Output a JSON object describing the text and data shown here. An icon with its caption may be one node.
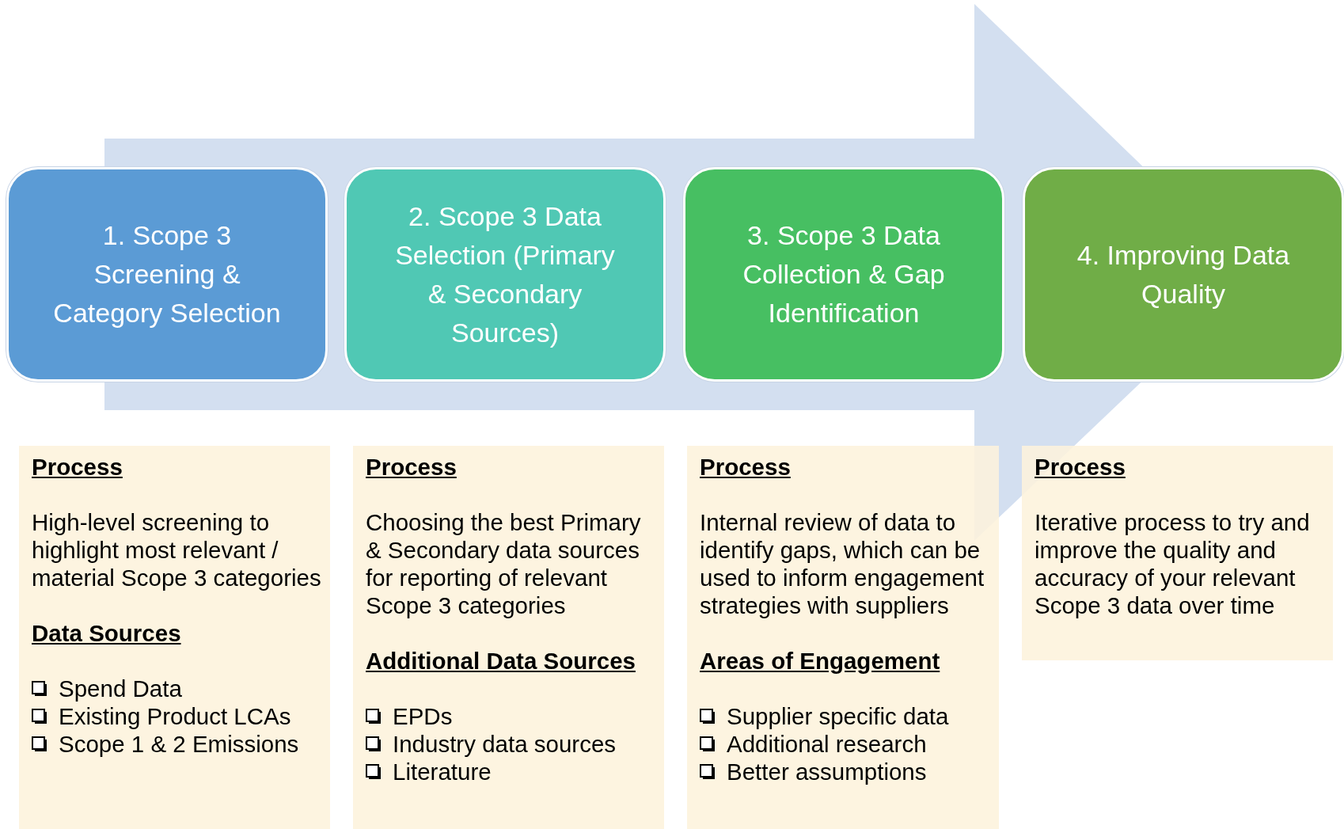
{
  "diagram": {
    "nodes": [
      {
        "text": [
          "1. Scope 3 Screening & Category Selection"
        ]
      },
      {
        "text": [
          "2. Scope 3 Data Selection (Primary & Secondary Sources)"
        ]
      },
      {
        "text": [
          "3. Scope 3 Data Collection & Gap Identification"
        ]
      },
      {
        "text": [
          "4. Improving Data Quality"
        ]
      },
      {
        "text": [
          "Process",
          "High-level screening to highlight most relevant / material Scope 3 categories",
          "Data Sources",
          "Spend Data",
          "Existing Product LCAs",
          "Scope 1 & 2 Emissions"
        ]
      },
      {
        "text": [
          "Process",
          "Choosing the best Primary & Secondary data sources for reporting of relevant Scope 3 categories",
          "Additional Data Sources",
          "EPDs",
          "Industry data sources",
          "Literature"
        ]
      },
      {
        "text": [
          "Process",
          "Internal review of data to identify gaps, which can be used to inform engagement strategies with suppliers",
          "Areas of Engagement",
          "Supplier specific data",
          "Additional research",
          "Better assumptions"
        ]
      },
      {
        "text": [
          "Process",
          "Iterative process to try and improve the quality and accuracy of your relevant Scope 3 data over time"
        ]
      }
    ],
    "edges": [
      {
        "from": 0,
        "to": 3,
        "arrow": "to"
      }
    ]
  }
}
